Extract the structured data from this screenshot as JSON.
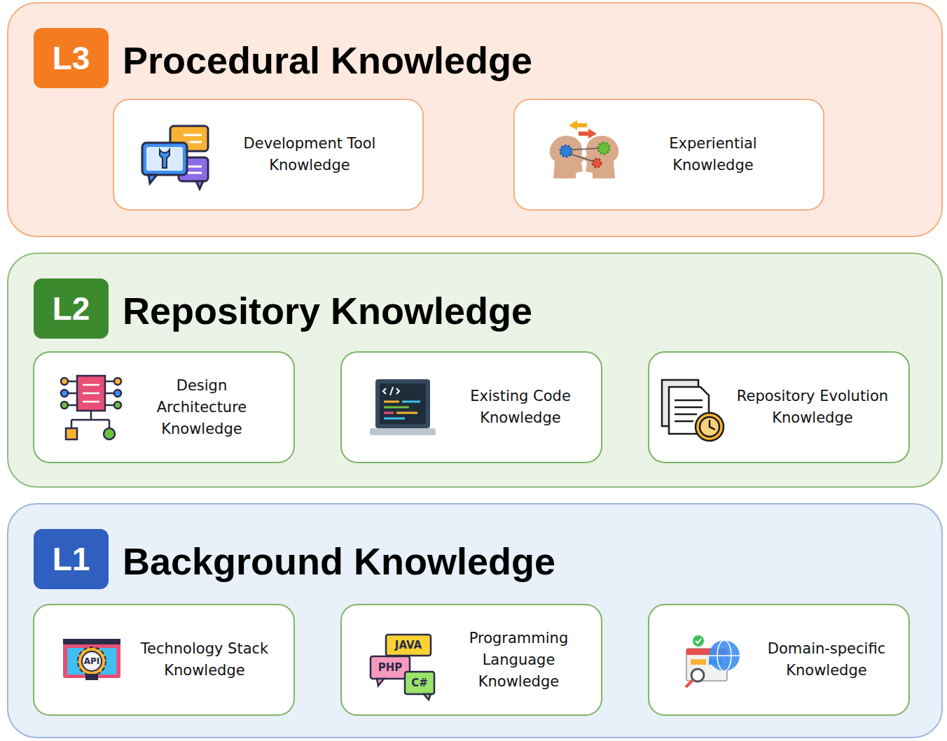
{
  "diagram": {
    "nodes": [
      {
        "text": [
          "Procedural Knowledge"
        ]
      },
      {
        "text": [
          "L3"
        ],
        "in": 0
      },
      {
        "text": [
          "Development Tool Knowledge"
        ],
        "in": 0
      },
      {
        "text": [
          "Experiential Knowledge"
        ],
        "in": 0
      },
      {
        "text": [
          "Repository Knowledge"
        ]
      },
      {
        "text": [
          "L2"
        ],
        "in": 4
      },
      {
        "text": [
          "Design Architecture Knowledge"
        ],
        "in": 4
      },
      {
        "text": [
          "Existing Code Knowledge"
        ],
        "in": 4
      },
      {
        "text": [
          "Repository Evolution Knowledge"
        ],
        "in": 4
      },
      {
        "text": [
          "Background Knowledge"
        ]
      },
      {
        "text": [
          "L1"
        ],
        "in": 9
      },
      {
        "text": [
          "Technology Stack Knowledge"
        ],
        "in": 9
      },
      {
        "text": [
          "Programming Language Knowledge"
        ],
        "in": 9
      },
      {
        "text": [
          "Domain-specific Knowledge"
        ],
        "in": 9
      }
    ],
    "labels": [
      "API",
      "JAVA",
      "PHP",
      "C#"
    ]
  }
}
